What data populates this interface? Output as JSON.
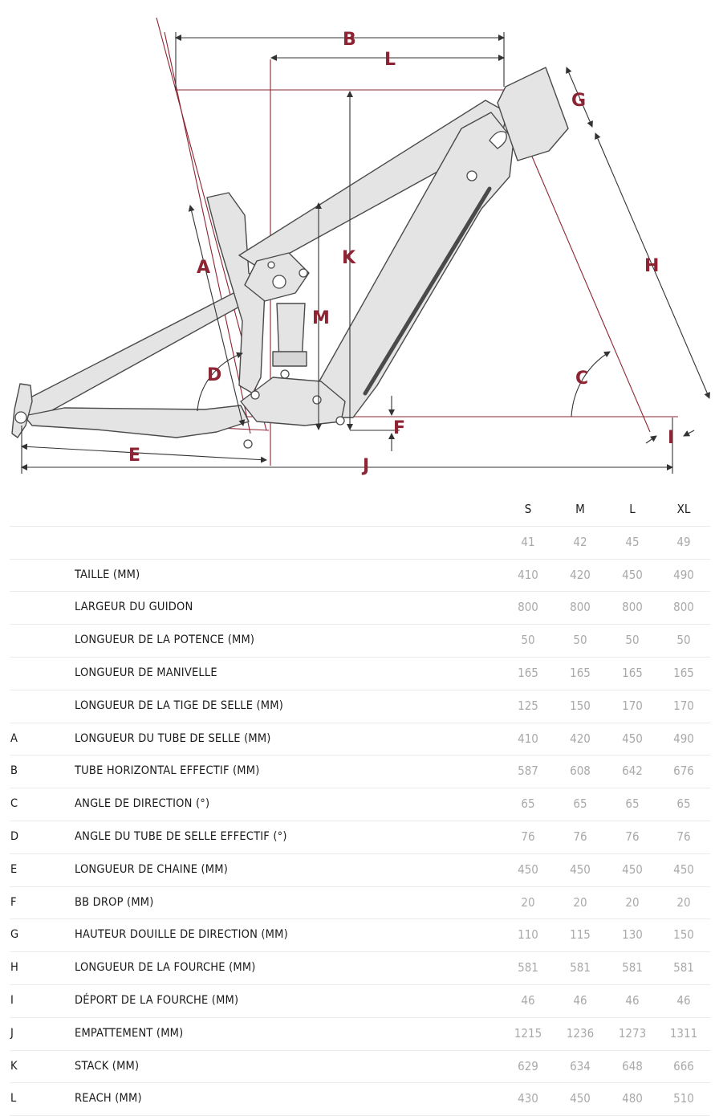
{
  "diagram": {
    "dimension_labels": [
      "A",
      "B",
      "C",
      "D",
      "E",
      "F",
      "G",
      "H",
      "I",
      "J",
      "K",
      "L",
      "M"
    ],
    "colors": {
      "frame_fill": "#e4e4e4",
      "frame_stroke": "#4a4a4a",
      "dimension_red": "#8e2433",
      "dimension_line": "#333333"
    }
  },
  "table": {
    "sizes": [
      "S",
      "M",
      "L",
      "XL"
    ],
    "rows": [
      {
        "letter": "",
        "label": "",
        "values": [
          "41",
          "42",
          "45",
          "49"
        ]
      },
      {
        "letter": "",
        "label": "TAILLE (MM)",
        "values": [
          "410",
          "420",
          "450",
          "490"
        ]
      },
      {
        "letter": "",
        "label": "LARGEUR DU GUIDON",
        "values": [
          "800",
          "800",
          "800",
          "800"
        ]
      },
      {
        "letter": "",
        "label": "LONGUEUR DE LA POTENCE (MM)",
        "values": [
          "50",
          "50",
          "50",
          "50"
        ]
      },
      {
        "letter": "",
        "label": "LONGUEUR DE MANIVELLE",
        "values": [
          "165",
          "165",
          "165",
          "165"
        ]
      },
      {
        "letter": "",
        "label": "LONGUEUR DE LA TIGE DE SELLE (MM)",
        "values": [
          "125",
          "150",
          "170",
          "170"
        ]
      },
      {
        "letter": "A",
        "label": "LONGUEUR DU TUBE DE SELLE (MM)",
        "values": [
          "410",
          "420",
          "450",
          "490"
        ]
      },
      {
        "letter": "B",
        "label": "TUBE HORIZONTAL EFFECTIF (MM)",
        "values": [
          "587",
          "608",
          "642",
          "676"
        ]
      },
      {
        "letter": "C",
        "label": "ANGLE DE DIRECTION (°)",
        "values": [
          "65",
          "65",
          "65",
          "65"
        ]
      },
      {
        "letter": "D",
        "label": "ANGLE DU TUBE DE SELLE EFFECTIF (°)",
        "values": [
          "76",
          "76",
          "76",
          "76"
        ]
      },
      {
        "letter": "E",
        "label": "LONGUEUR DE CHAINE (MM)",
        "values": [
          "450",
          "450",
          "450",
          "450"
        ]
      },
      {
        "letter": "F",
        "label": "BB DROP (MM)",
        "values": [
          "20",
          "20",
          "20",
          "20"
        ]
      },
      {
        "letter": "G",
        "label": "HAUTEUR DOUILLE DE DIRECTION (MM)",
        "values": [
          "110",
          "115",
          "130",
          "150"
        ]
      },
      {
        "letter": "H",
        "label": "LONGUEUR DE LA FOURCHE (MM)",
        "values": [
          "581",
          "581",
          "581",
          "581"
        ]
      },
      {
        "letter": "I",
        "label": "DÉPORT DE LA FOURCHE (MM)",
        "values": [
          "46",
          "46",
          "46",
          "46"
        ]
      },
      {
        "letter": "J",
        "label": "EMPATTEMENT (MM)",
        "values": [
          "1215",
          "1236",
          "1273",
          "1311"
        ]
      },
      {
        "letter": "K",
        "label": "STACK (MM)",
        "values": [
          "629",
          "634",
          "648",
          "666"
        ]
      },
      {
        "letter": "L",
        "label": "REACH (MM)",
        "values": [
          "430",
          "450",
          "480",
          "510"
        ]
      }
    ]
  }
}
